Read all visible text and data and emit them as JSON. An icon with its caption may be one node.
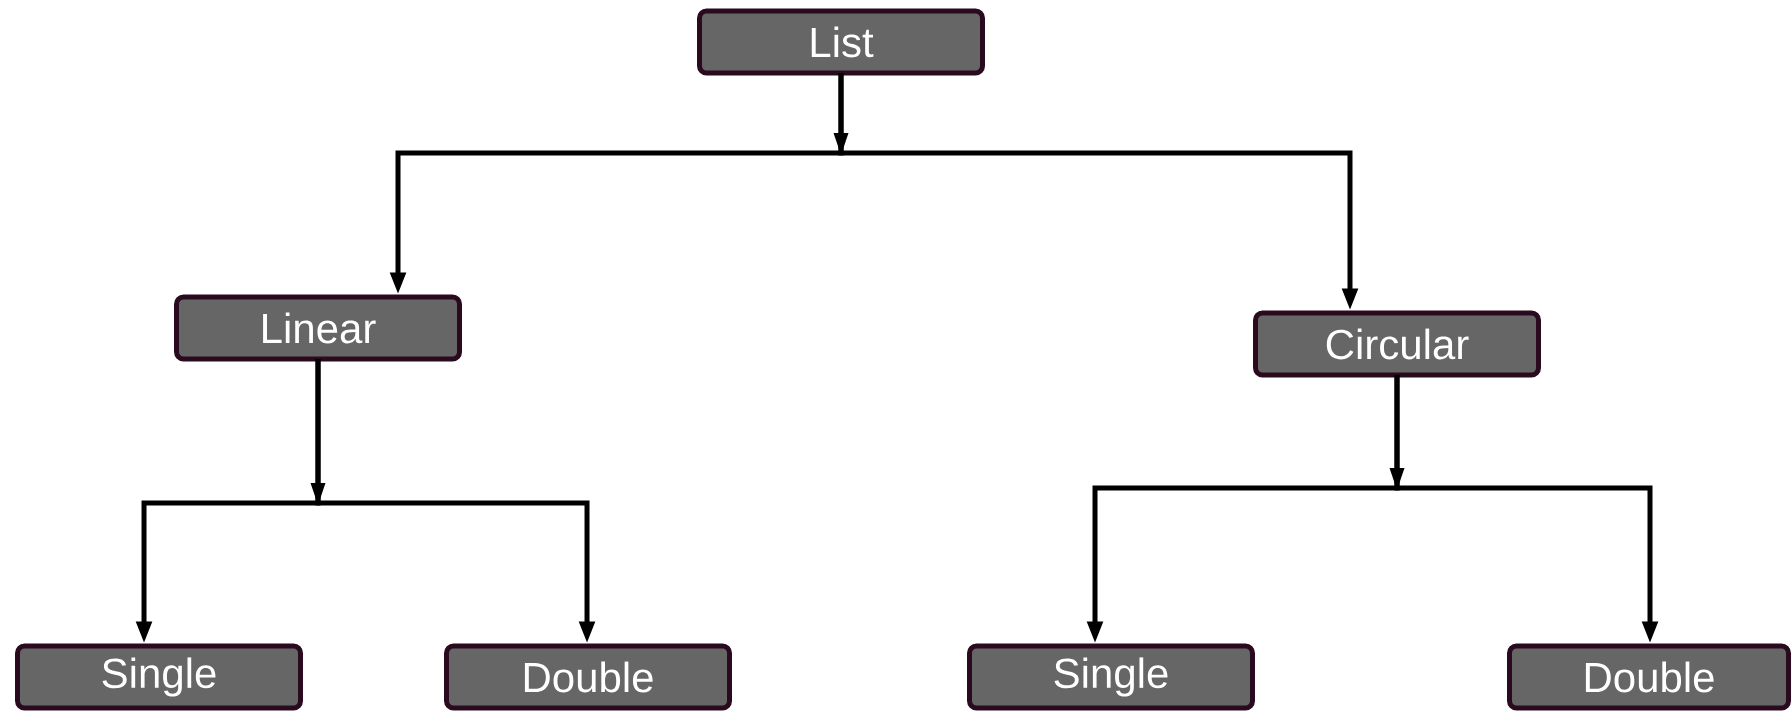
{
  "diagram": {
    "nodes": [
      {
        "text": [
          "List"
        ]
      },
      {
        "text": [
          "Linear"
        ]
      },
      {
        "text": [
          "Circular"
        ]
      },
      {
        "text": [
          "Single"
        ]
      },
      {
        "text": [
          "Double"
        ]
      },
      {
        "text": [
          "Single"
        ]
      },
      {
        "text": [
          "Double"
        ]
      }
    ],
    "edges": [
      {
        "from": 0,
        "to": 1,
        "arrow": "to"
      },
      {
        "from": 0,
        "to": 2,
        "arrow": "to"
      },
      {
        "from": 1,
        "to": 3,
        "arrow": "to"
      },
      {
        "from": 1,
        "to": 4,
        "arrow": "to"
      },
      {
        "from": 2,
        "to": 5,
        "arrow": "to"
      },
      {
        "from": 2,
        "to": 6,
        "arrow": "to"
      }
    ]
  }
}
